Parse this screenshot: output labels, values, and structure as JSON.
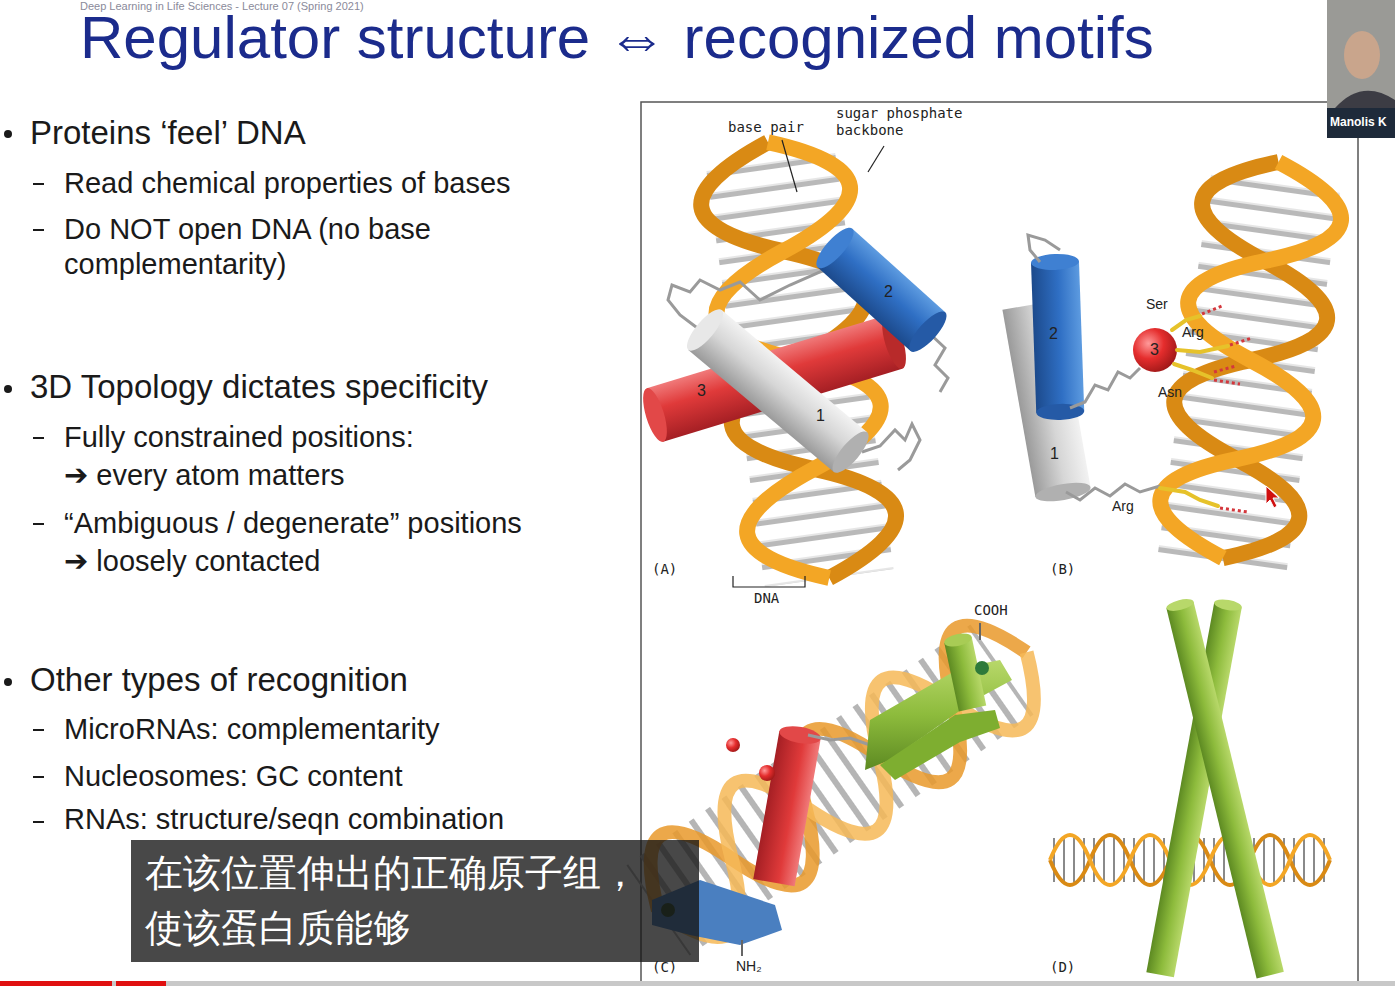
{
  "diagram": {
    "title": "Regulator structure ⇔ recognized motifs",
    "nodes": [
      {
        "text": [
          "在该位置伸出的正确原子组， 使该蛋白质能够"
        ]
      }
    ],
    "labels": [
      "Deep Learning in Life Sciences - Lecture 07 (Spring 2021)",
      "Proteins ‘feel’ DNA",
      "Read chemical properties of bases",
      "Do NOT open DNA (no base complementarity)",
      "3D Topology dictates specificity",
      "Fully constrained positions:",
      "➔ every atom matters",
      "“Ambiguous / degenerate” positions",
      "➔ loosely contacted",
      "Other types of recognition",
      "MicroRNAs: complementarity",
      "Nucleosomes: GC content",
      "RNAs: structure/seqn combination",
      "base pair",
      "sugar phosphate backbone",
      "2",
      "3",
      "1",
      "(A)",
      "DNA",
      "2",
      "1",
      "Ser",
      "3",
      "Arg",
      "Asn",
      "Arg",
      "(B)",
      "COOH",
      "NH₂",
      "(C)",
      "(D)",
      "Manolis K"
    ]
  }
}
